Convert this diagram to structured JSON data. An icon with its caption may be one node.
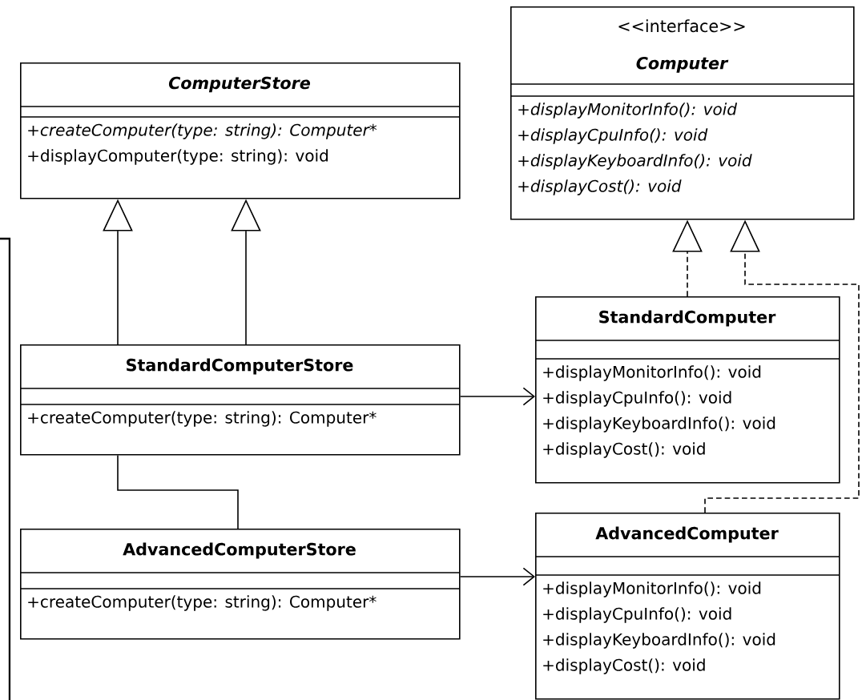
{
  "diagram": {
    "nodes": [
      {
        "text": [
          "ComputerStore",
          "+createComputer(type: string): Computer*",
          "+displayComputer(type: string): void"
        ]
      },
      {
        "text": [
          "<<interface>>",
          "Computer",
          "+displayMonitorInfo(): void",
          "+displayCpuInfo(): void",
          "+displayKeyboardInfo(): void",
          "+displayCost(): void"
        ]
      },
      {
        "text": [
          "StandardComputerStore",
          "+createComputer(type: string): Computer*"
        ]
      },
      {
        "text": [
          "StandardComputer",
          "+displayMonitorInfo(): void",
          "+displayCpuInfo(): void",
          "+displayKeyboardInfo(): void",
          "+displayCost(): void"
        ]
      },
      {
        "text": [
          "AdvancedComputerStore",
          "+createComputer(type: string): Computer*"
        ]
      },
      {
        "text": [
          "AdvancedComputer",
          "+displayMonitorInfo(): void",
          "+displayCpuInfo(): void",
          "+displayKeyboardInfo(): void",
          "+displayCost(): void"
        ]
      }
    ],
    "edges": [
      {
        "from": 2,
        "to": 0,
        "arrow": "to"
      },
      {
        "from": 2,
        "to": 0,
        "arrow": "to"
      },
      {
        "from": 2,
        "to": 4,
        "arrow": "none"
      },
      {
        "from": 2,
        "to": 3,
        "arrow": "to"
      },
      {
        "from": 4,
        "to": 5,
        "arrow": "to"
      },
      {
        "from": 3,
        "to": 1,
        "arrow": "to",
        "style": "dashed"
      },
      {
        "from": 5,
        "to": 1,
        "arrow": "to",
        "style": "dashed"
      }
    ]
  }
}
